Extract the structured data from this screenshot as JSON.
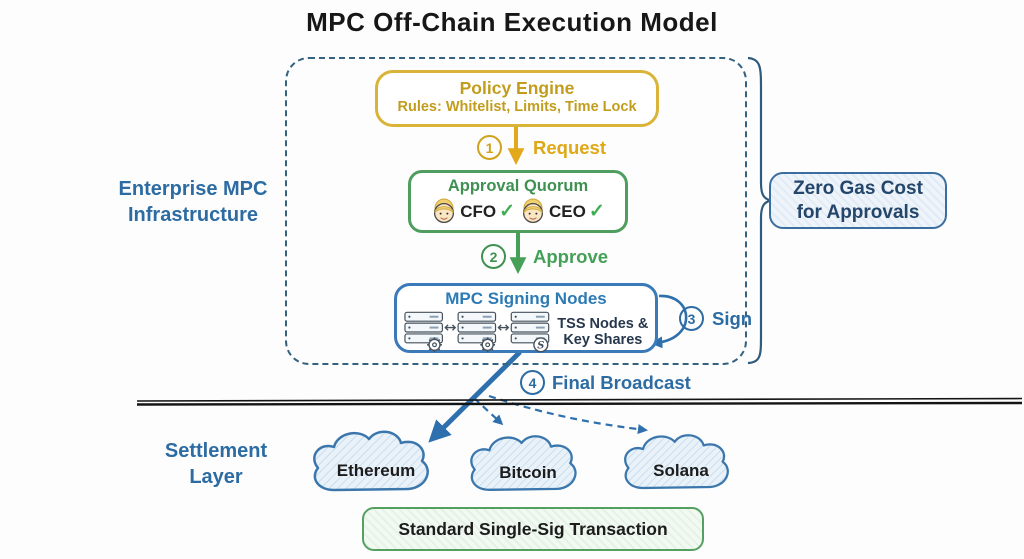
{
  "title": "MPC Off-Chain Execution Model",
  "colors": {
    "gold": "#dfa816",
    "green": "#46a057",
    "blue": "#2d6ca3",
    "navy": "#27384e",
    "dashed_border": "#35637f"
  },
  "infrastructure": {
    "label": "Enterprise MPC Infrastructure",
    "policy_engine": {
      "title": "Policy Engine",
      "rules": "Rules: Whitelist, Limits, Time Lock"
    },
    "approval_quorum": {
      "title": "Approval Quorum",
      "approvers": [
        {
          "role": "CFO",
          "check": "✓"
        },
        {
          "role": "CEO",
          "check": "✓"
        }
      ]
    },
    "signing_nodes": {
      "title": "MPC Signing Nodes",
      "note": "TSS Nodes & Key Shares"
    }
  },
  "steps": [
    {
      "num": "1",
      "label": "Request"
    },
    {
      "num": "2",
      "label": "Approve"
    },
    {
      "num": "3",
      "label": "Sign"
    },
    {
      "num": "4",
      "label": "Final Broadcast"
    }
  ],
  "zero_gas_callout": {
    "text": "Zero Gas Cost for Approvals"
  },
  "settlement": {
    "label": "Settlement Layer",
    "chains": [
      {
        "name": "Ethereum"
      },
      {
        "name": "Bitcoin"
      },
      {
        "name": "Solana"
      }
    ],
    "transaction_note": "Standard Single-Sig Transaction"
  }
}
